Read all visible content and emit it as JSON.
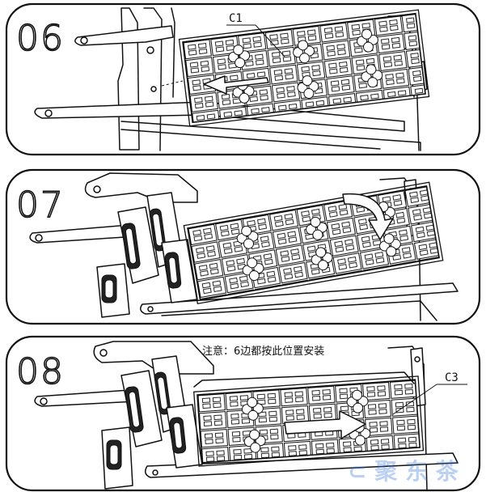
{
  "steps": [
    {
      "number": "06",
      "callout": "C1"
    },
    {
      "number": "07"
    },
    {
      "number": "08",
      "callout": "C3",
      "note": "注意：6边都按此位置安装"
    }
  ],
  "colors": {
    "line": "#111111",
    "background": "#ffffff"
  }
}
